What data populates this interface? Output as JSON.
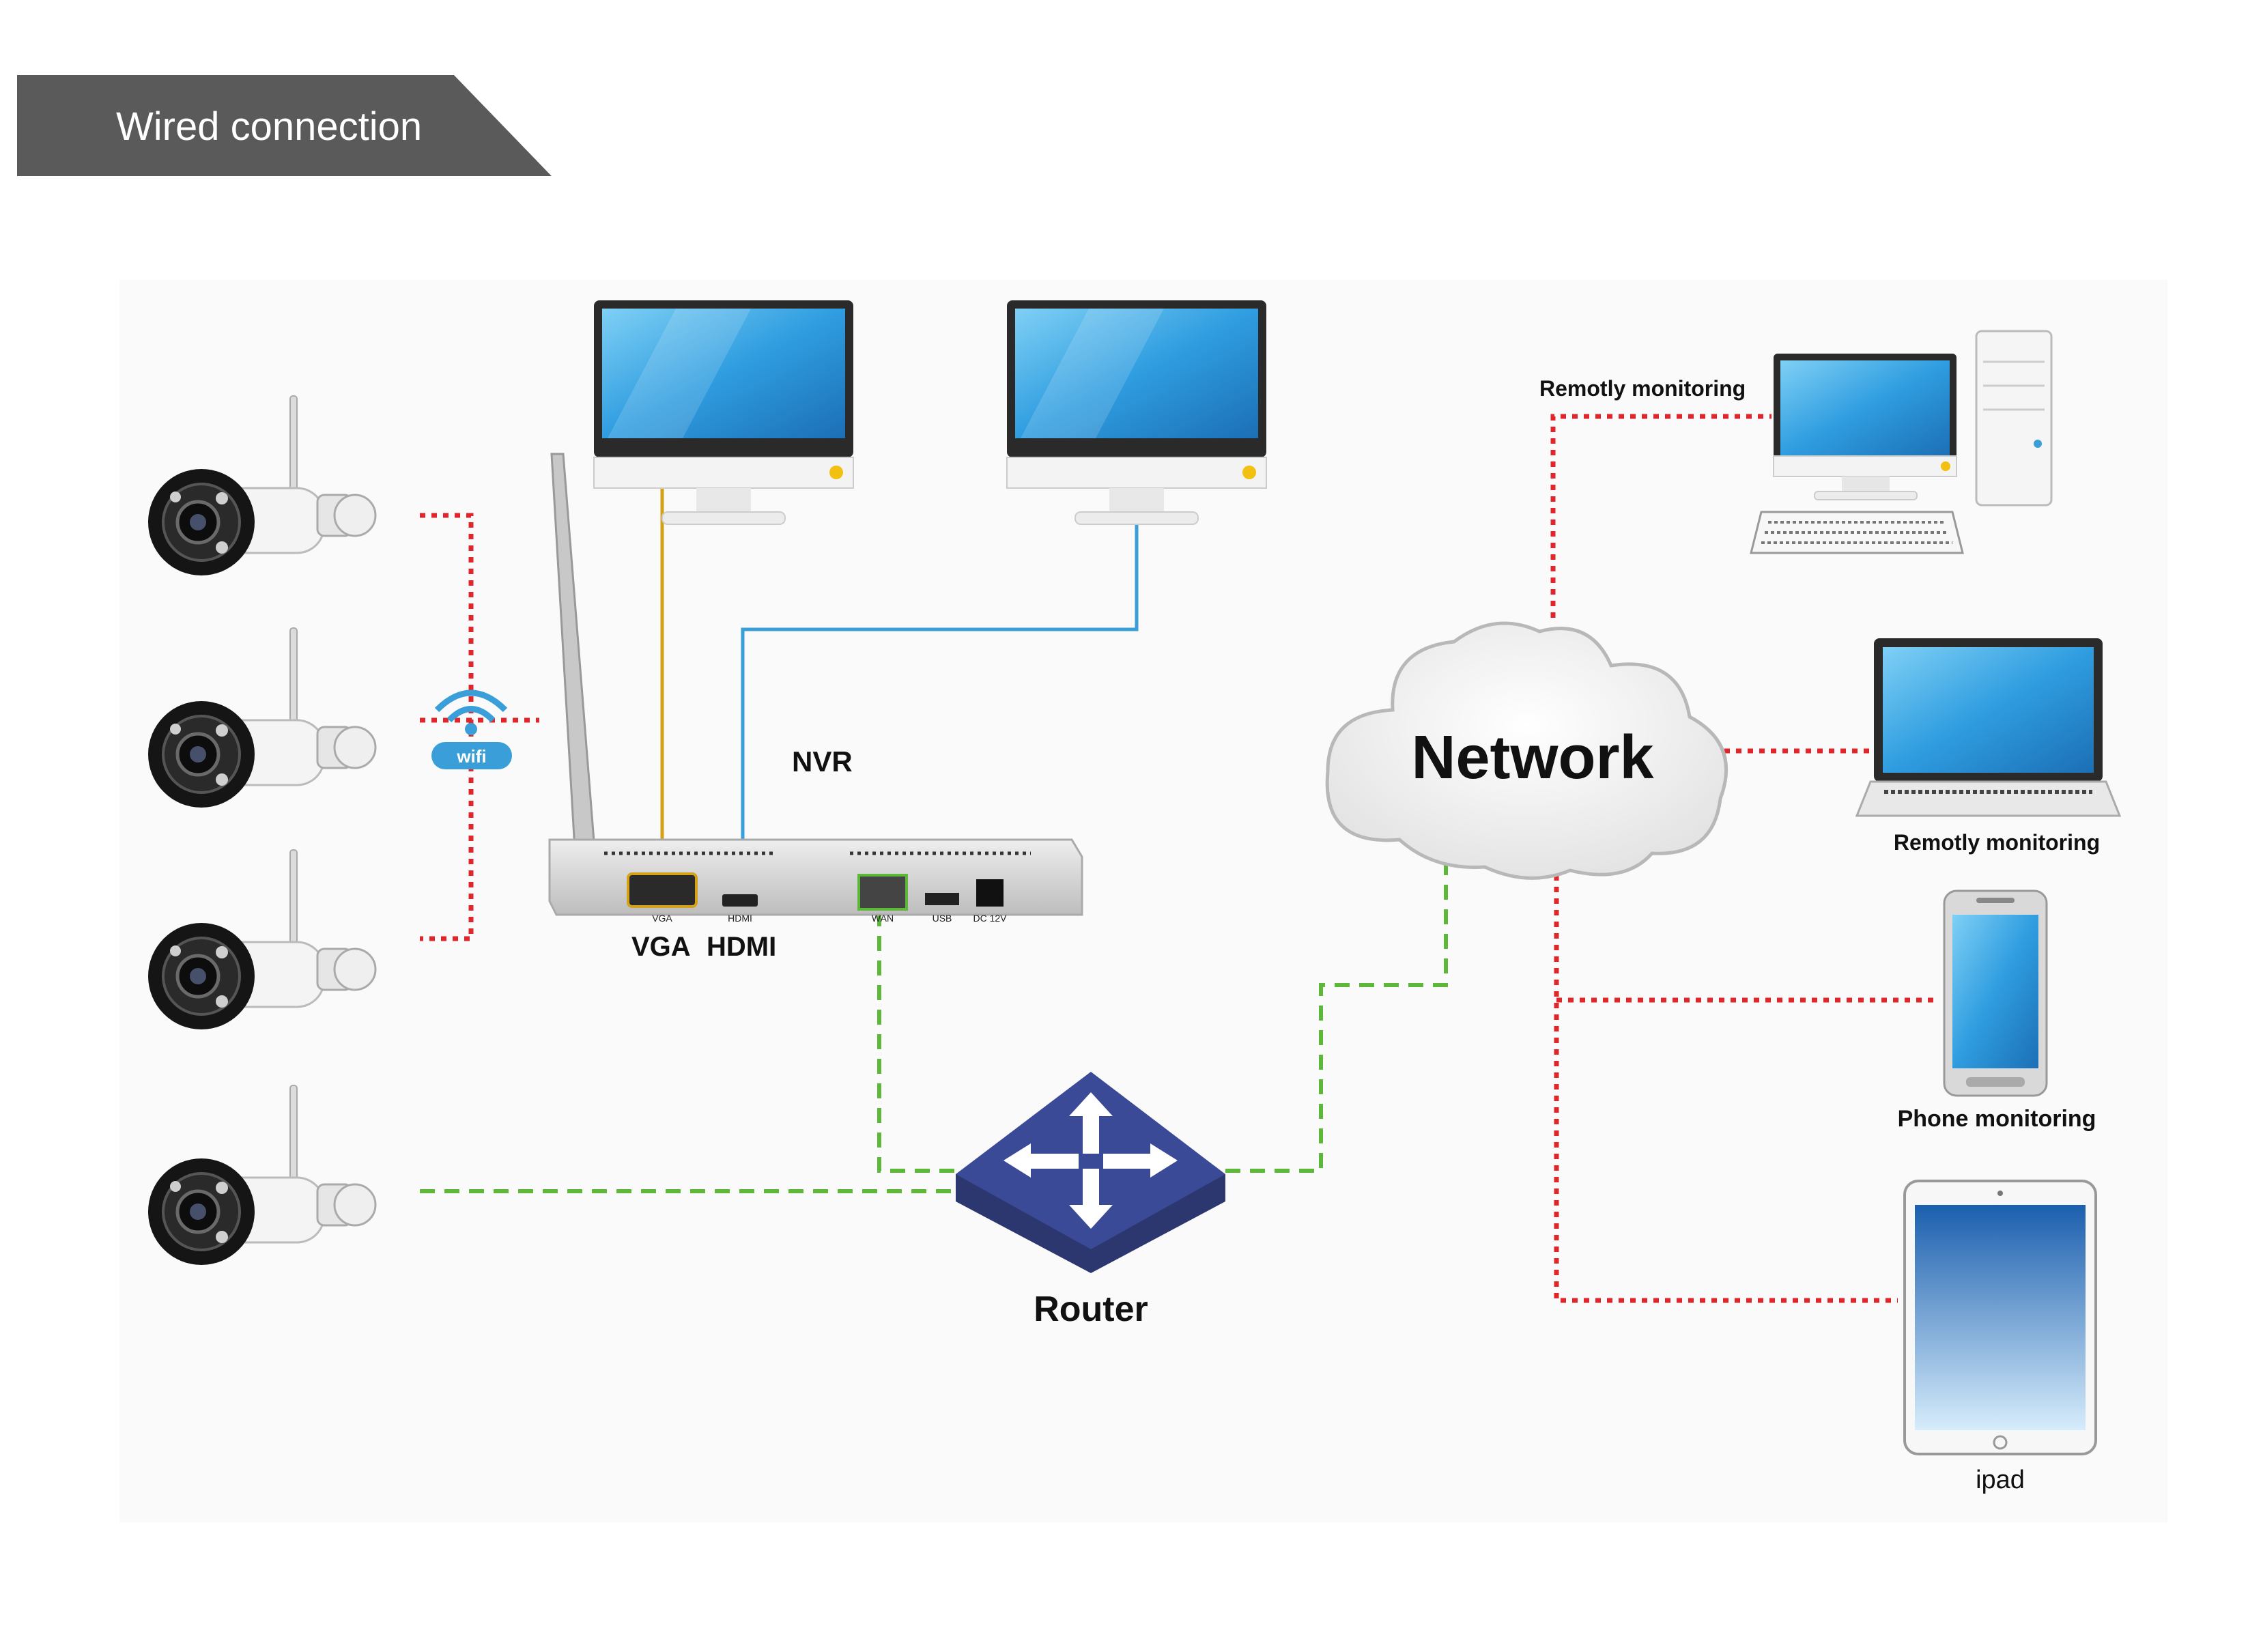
{
  "header": {
    "title": "Wired connection"
  },
  "nvr": {
    "label": "NVR",
    "ports": {
      "vga": "VGA",
      "hdmi": "HDMI",
      "wan": "WAN",
      "usb": "USB",
      "dc": "DC 12V"
    },
    "vga_label": "VGA",
    "hdmi_label": "HDMI"
  },
  "wifi": {
    "label": "wifi"
  },
  "router": {
    "label": "Router"
  },
  "network": {
    "label": "Network"
  },
  "clients": {
    "desktop_label": "Remotly monitoring",
    "laptop_label": "Remotly monitoring",
    "phone_label": "Phone monitoring",
    "tablet_label": "ipad"
  },
  "colors": {
    "wifi_link": "#e0262b",
    "wired_link": "#5db83a",
    "vga_cable": "#d4a21a",
    "hdmi_cable": "#3a9fd8",
    "banner": "#5a5a5a",
    "router": "#3b4a96",
    "screen": "#2f9de0"
  }
}
